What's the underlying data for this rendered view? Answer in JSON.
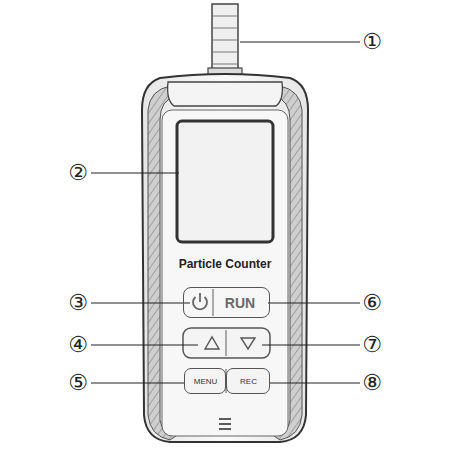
{
  "diagram": {
    "nodes": [
      {
        "text": [
          "RUN"
        ]
      },
      {
        "text": [
          "MENU"
        ]
      },
      {
        "text": [
          "REC"
        ]
      }
    ],
    "labels": [
      "①",
      "②",
      "Particle Counter",
      "③",
      "⑥",
      "④",
      "⑦",
      "⑤",
      "⑧"
    ]
  }
}
